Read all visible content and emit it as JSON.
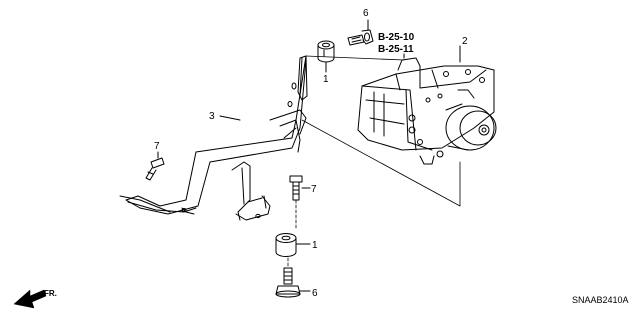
{
  "callouts": {
    "c1_top": "1",
    "c1_bottom": "1",
    "c2": "2",
    "c3": "3",
    "c6_top": "6",
    "c6_bottom": "6",
    "c7_left": "7",
    "c7_right": "7"
  },
  "references": {
    "ref_a": "B-25-10",
    "ref_b": "B-25-11"
  },
  "direction_label": "FR.",
  "diagram_code": "SNAAB2410A",
  "colors": {
    "line": "#000000",
    "background": "#ffffff"
  }
}
